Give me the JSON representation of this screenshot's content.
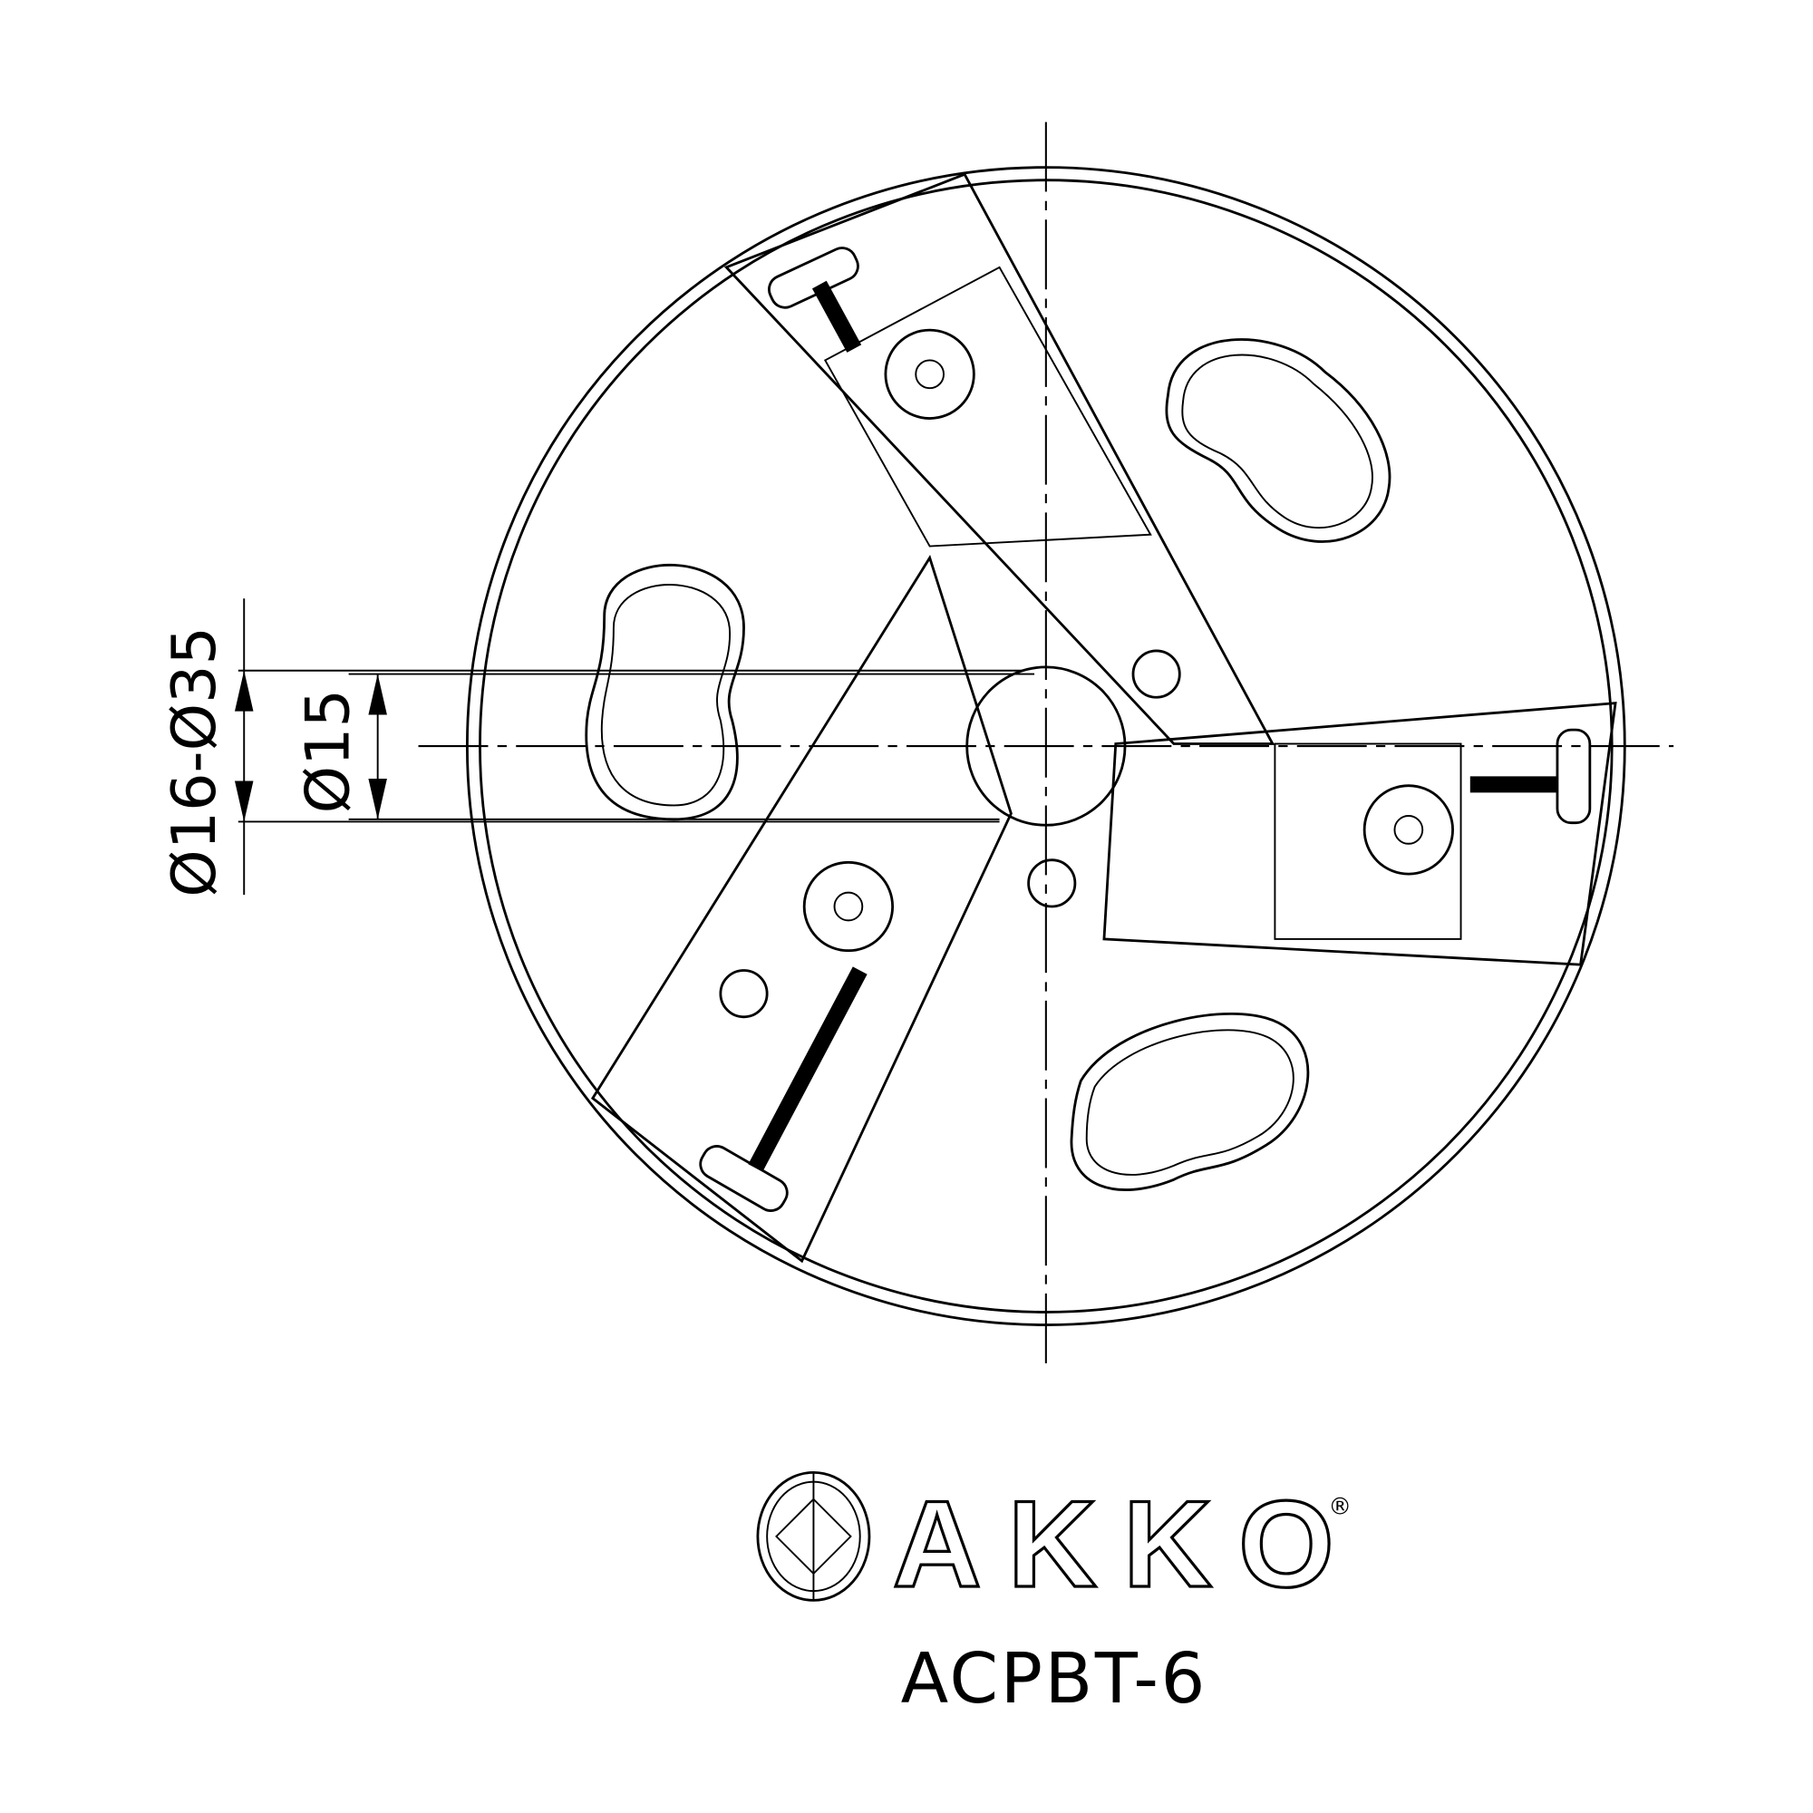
{
  "drawing": {
    "dimension_outer": "Ø16-Ø35",
    "dimension_inner": "Ø15"
  },
  "brand": {
    "name": "AKKO",
    "registered_mark": "®"
  },
  "model": "ACPBT-6"
}
